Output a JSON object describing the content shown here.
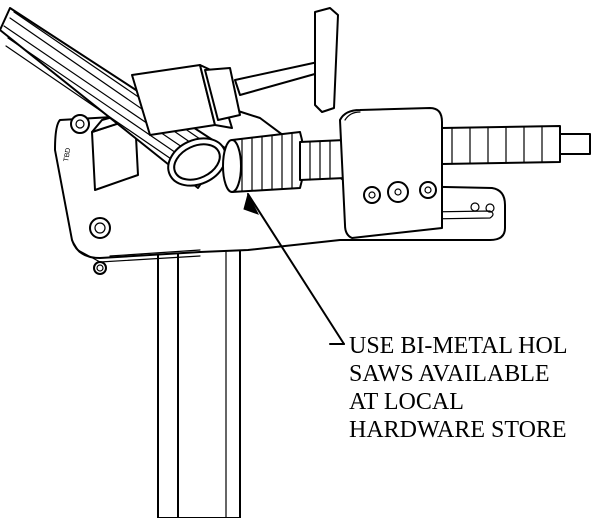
{
  "callout": {
    "lines": [
      "USE BI-METAL HOL",
      "SAWS AVAILABLE",
      "AT LOCAL",
      "HARDWARE STORE"
    ]
  },
  "plate_marking": "TBD",
  "colors": {
    "stroke": "#000000",
    "background": "#ffffff"
  }
}
